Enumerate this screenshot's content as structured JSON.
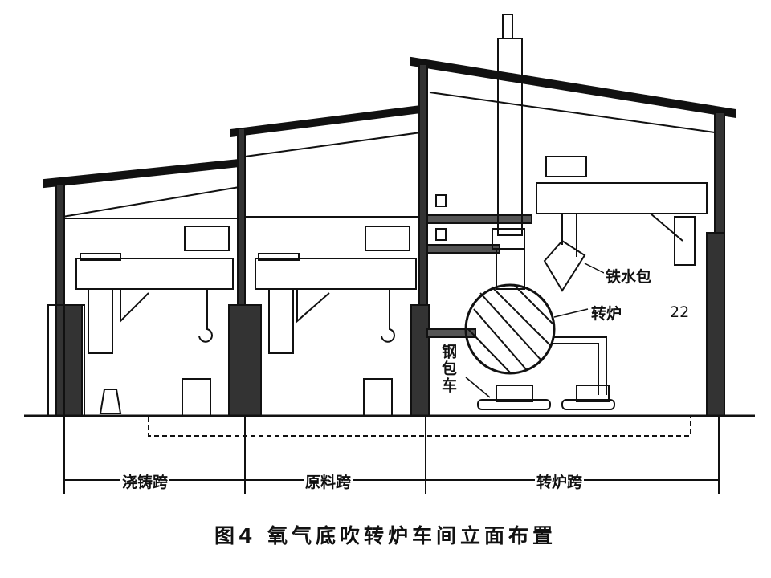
{
  "labels": {
    "span_casting": "浇铸跨",
    "span_materials": "原料跨",
    "span_converter": "转炉跨",
    "hot_metal_ladle": "铁水包",
    "converter": "转炉",
    "number_22": "22",
    "ladle_car": "钢包车"
  },
  "caption": "图4  氧气底吹转炉车间立面布置"
}
